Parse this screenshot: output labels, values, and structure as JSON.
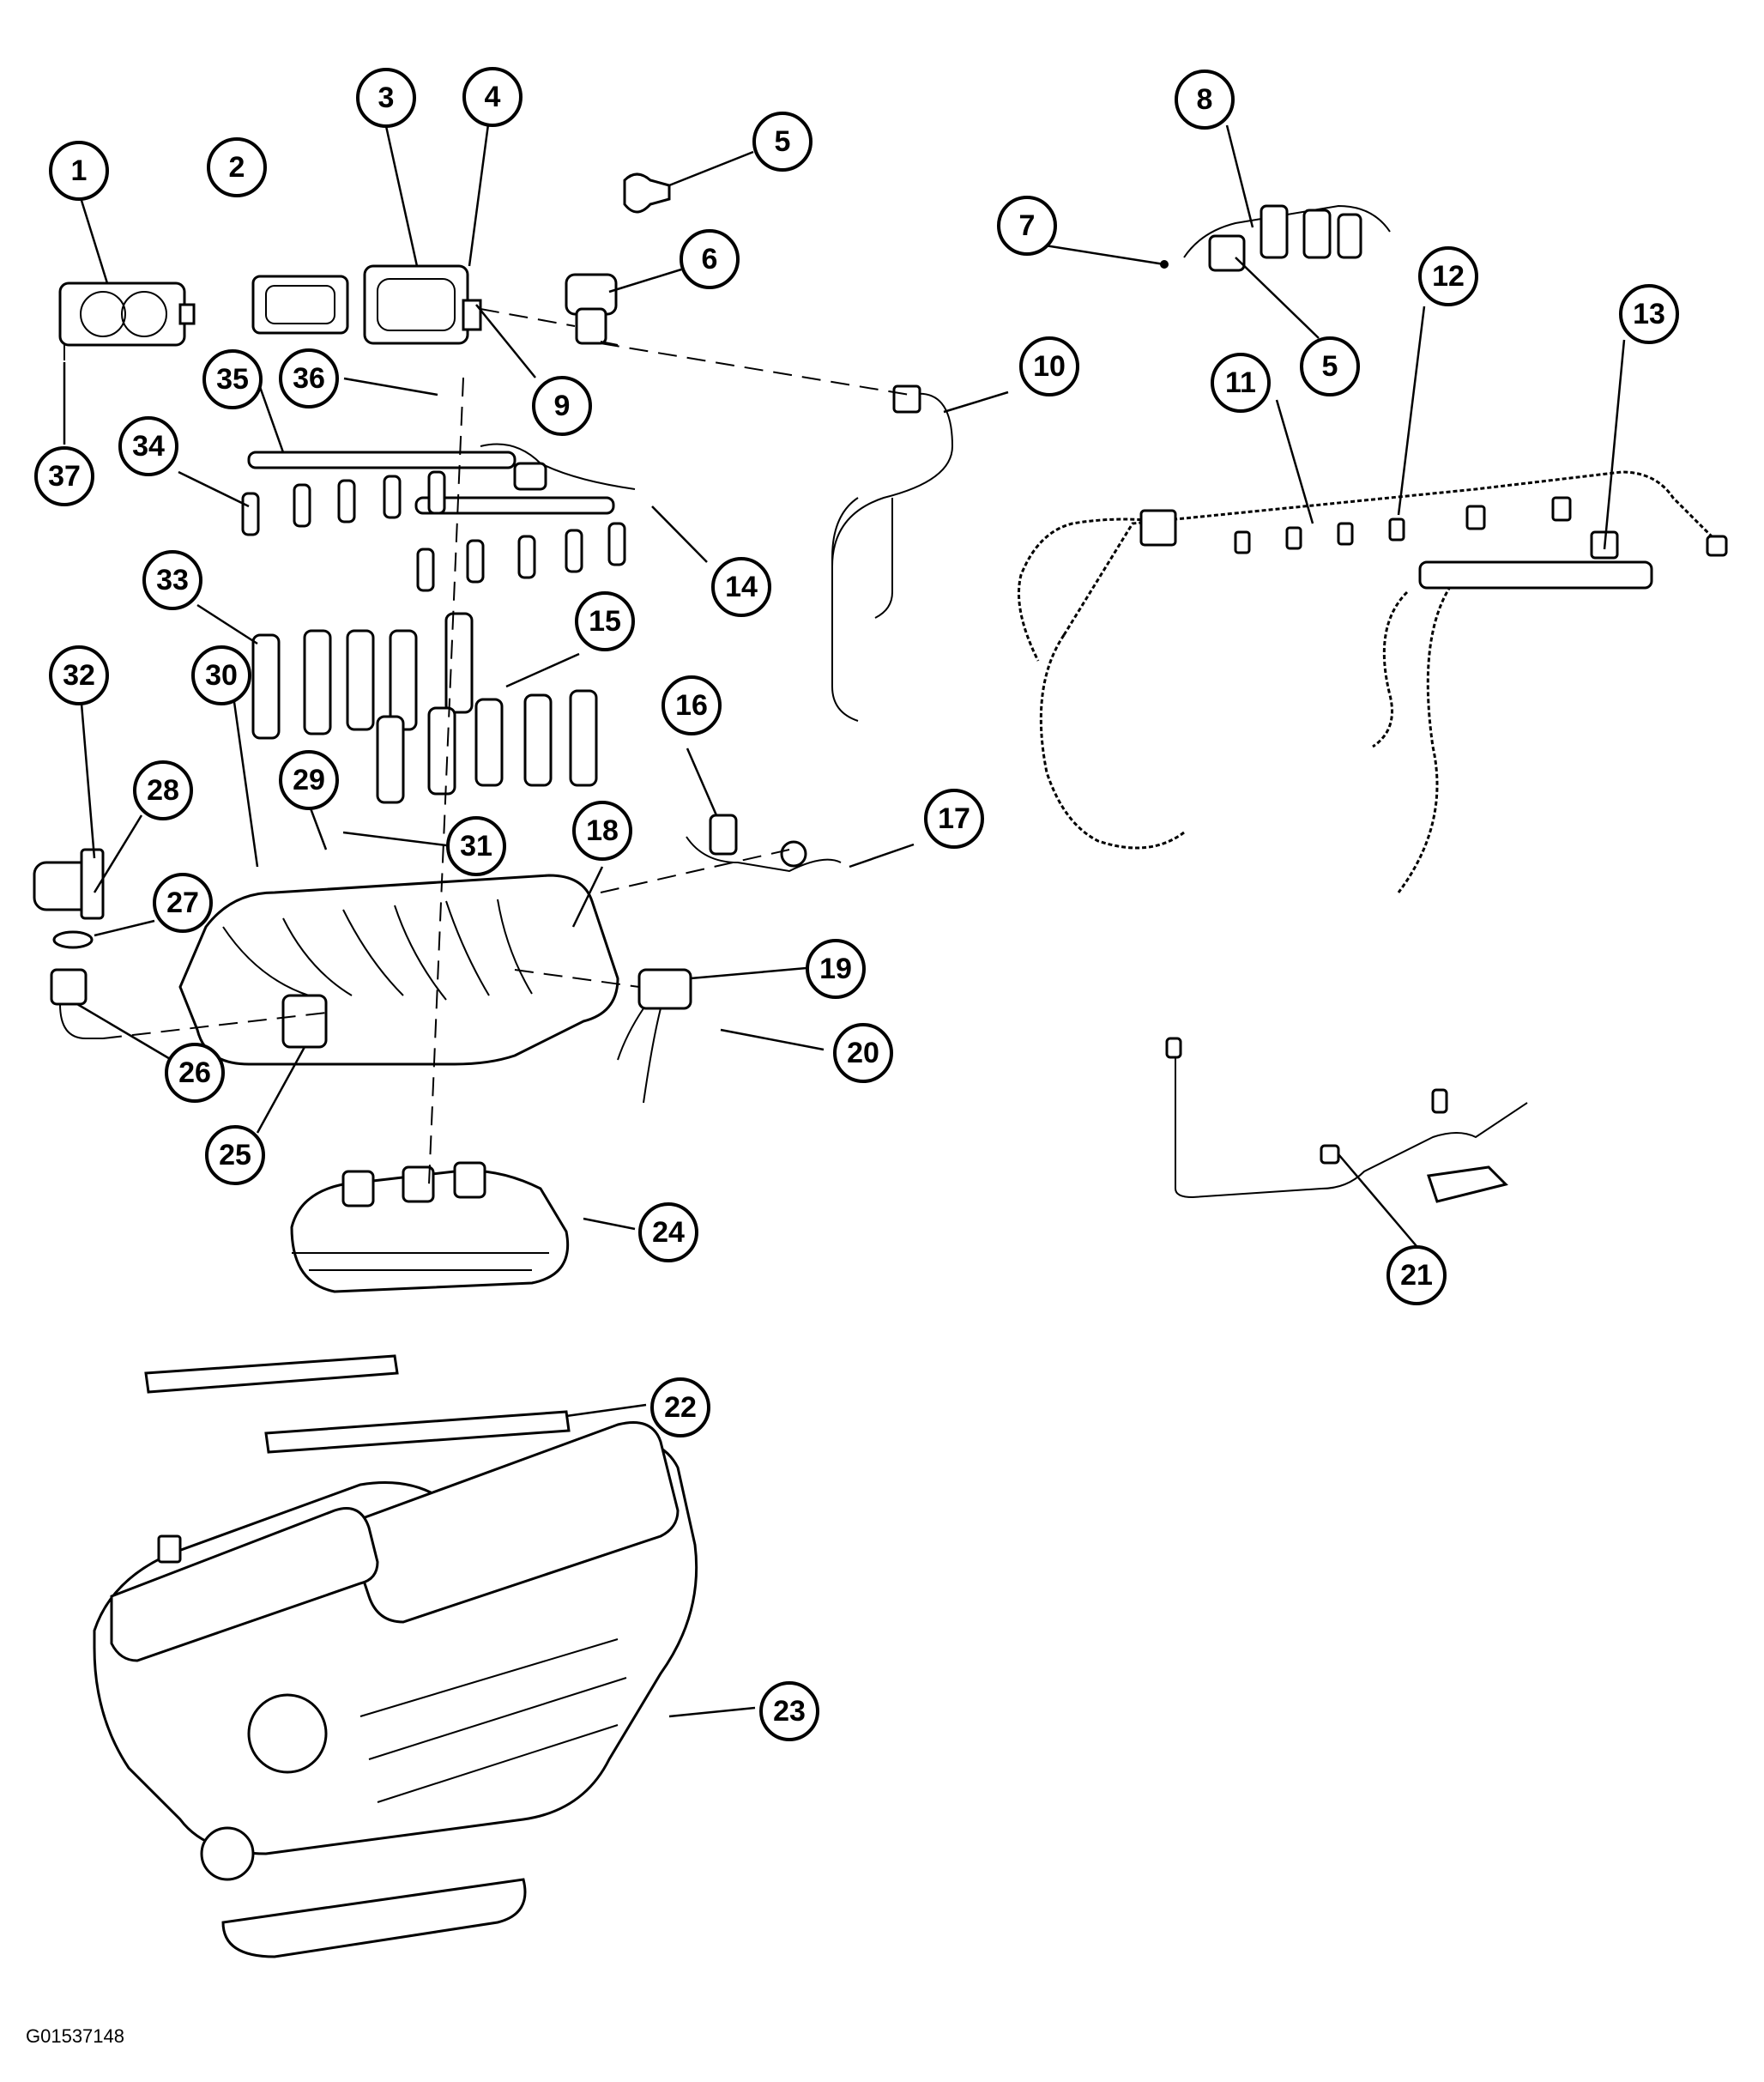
{
  "figure_id": "G01537148",
  "callouts": [
    {
      "id": "callout-1",
      "label": "1"
    },
    {
      "id": "callout-2",
      "label": "2"
    },
    {
      "id": "callout-3",
      "label": "3"
    },
    {
      "id": "callout-4",
      "label": "4"
    },
    {
      "id": "callout-5a",
      "label": "5"
    },
    {
      "id": "callout-6",
      "label": "6"
    },
    {
      "id": "callout-7",
      "label": "7"
    },
    {
      "id": "callout-8",
      "label": "8"
    },
    {
      "id": "callout-5b",
      "label": "5"
    },
    {
      "id": "callout-9",
      "label": "9"
    },
    {
      "id": "callout-10",
      "label": "10"
    },
    {
      "id": "callout-11",
      "label": "11"
    },
    {
      "id": "callout-12",
      "label": "12"
    },
    {
      "id": "callout-13",
      "label": "13"
    },
    {
      "id": "callout-14",
      "label": "14"
    },
    {
      "id": "callout-15",
      "label": "15"
    },
    {
      "id": "callout-16",
      "label": "16"
    },
    {
      "id": "callout-17",
      "label": "17"
    },
    {
      "id": "callout-18",
      "label": "18"
    },
    {
      "id": "callout-19",
      "label": "19"
    },
    {
      "id": "callout-20",
      "label": "20"
    },
    {
      "id": "callout-21",
      "label": "21"
    },
    {
      "id": "callout-22",
      "label": "22"
    },
    {
      "id": "callout-23",
      "label": "23"
    },
    {
      "id": "callout-24",
      "label": "24"
    },
    {
      "id": "callout-25",
      "label": "25"
    },
    {
      "id": "callout-26",
      "label": "26"
    },
    {
      "id": "callout-27",
      "label": "27"
    },
    {
      "id": "callout-28",
      "label": "28"
    },
    {
      "id": "callout-29",
      "label": "29"
    },
    {
      "id": "callout-30",
      "label": "30"
    },
    {
      "id": "callout-31",
      "label": "31"
    },
    {
      "id": "callout-32",
      "label": "32"
    },
    {
      "id": "callout-33",
      "label": "33"
    },
    {
      "id": "callout-34",
      "label": "34"
    },
    {
      "id": "callout-35",
      "label": "35"
    },
    {
      "id": "callout-36",
      "label": "36"
    },
    {
      "id": "callout-37",
      "label": "37"
    }
  ]
}
